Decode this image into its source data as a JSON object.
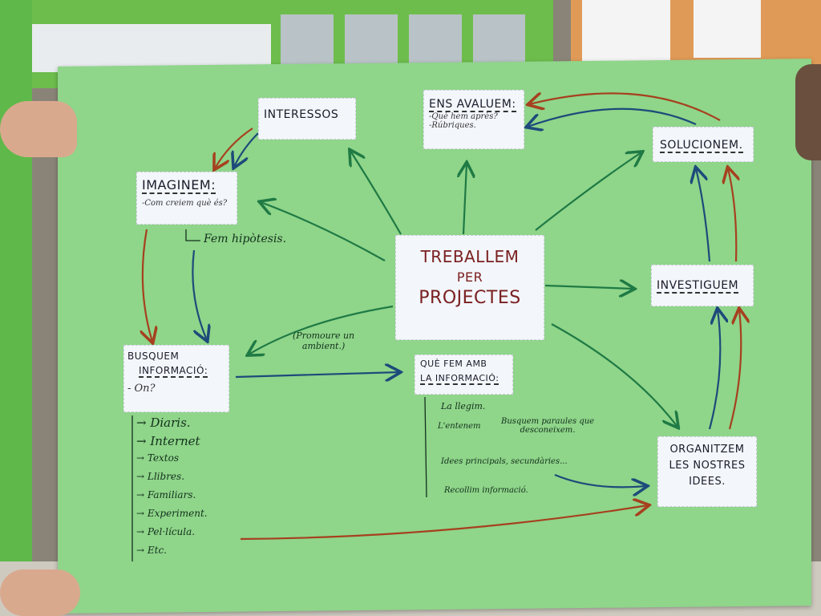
{
  "poster": {
    "center": {
      "line1": "Treballem",
      "line2": "per",
      "line3": "Projectes"
    },
    "interessos": {
      "title": "Interessos"
    },
    "avaluem": {
      "title": "Ens avaluem:",
      "items": [
        "-Què hem après?",
        "-Rúbriques."
      ]
    },
    "solucionem": {
      "title": "Solucionem."
    },
    "imaginem": {
      "title": "Imaginem:",
      "items": [
        "-Com creiem què és?"
      ],
      "note": "Fem hipòtesis."
    },
    "investiguem": {
      "title": "Investiguem"
    },
    "busquem": {
      "title1": "Busquem",
      "title2": "informació:",
      "question": "- On?",
      "items": [
        "Diaris.",
        "Internet",
        "Textos",
        "Llibres.",
        "Familiars.",
        "Experiment.",
        "Pel·lícula.",
        "Etc."
      ]
    },
    "ambient": {
      "line1": "(Promoure un",
      "line2": "ambient.)"
    },
    "quefem": {
      "title1": "Què fem amb",
      "title2": "la informació:",
      "items": [
        "La llegim.",
        "L'entenem",
        "Idees principals, secundàries...",
        "Recollim informació."
      ],
      "subnote1": "Busquem paraules que",
      "subnote2": "desconeixem."
    },
    "organitzem": {
      "line1": "Organitzem",
      "line2": "les nostres",
      "line3": "idees."
    }
  },
  "colors": {
    "poster": "#8fd58a",
    "green_arrow": "#1f7a44",
    "blue_arrow": "#1d4a7a",
    "red_arrow": "#a6401e"
  }
}
